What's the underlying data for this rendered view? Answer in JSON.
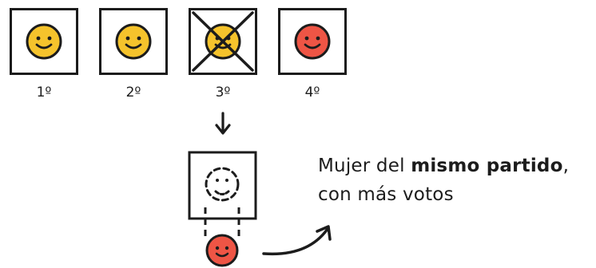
{
  "positions": [
    {
      "rank": "1º",
      "face_color": "#f5c32c",
      "crossed": false
    },
    {
      "rank": "2º",
      "face_color": "#f5c32c",
      "crossed": false
    },
    {
      "rank": "3º",
      "face_color": "#f5c32c",
      "crossed": true
    },
    {
      "rank": "4º",
      "face_color": "#ee5545",
      "crossed": false
    }
  ],
  "replacement": {
    "face_color": "#ee5545"
  },
  "caption": {
    "line1_prefix": "Mujer del ",
    "line1_bold": "mismo partido",
    "line1_suffix": ",",
    "line2": "con más votos"
  },
  "colors": {
    "ink": "#1c1c1c",
    "yellow": "#f5c32c",
    "red": "#ee5545"
  }
}
